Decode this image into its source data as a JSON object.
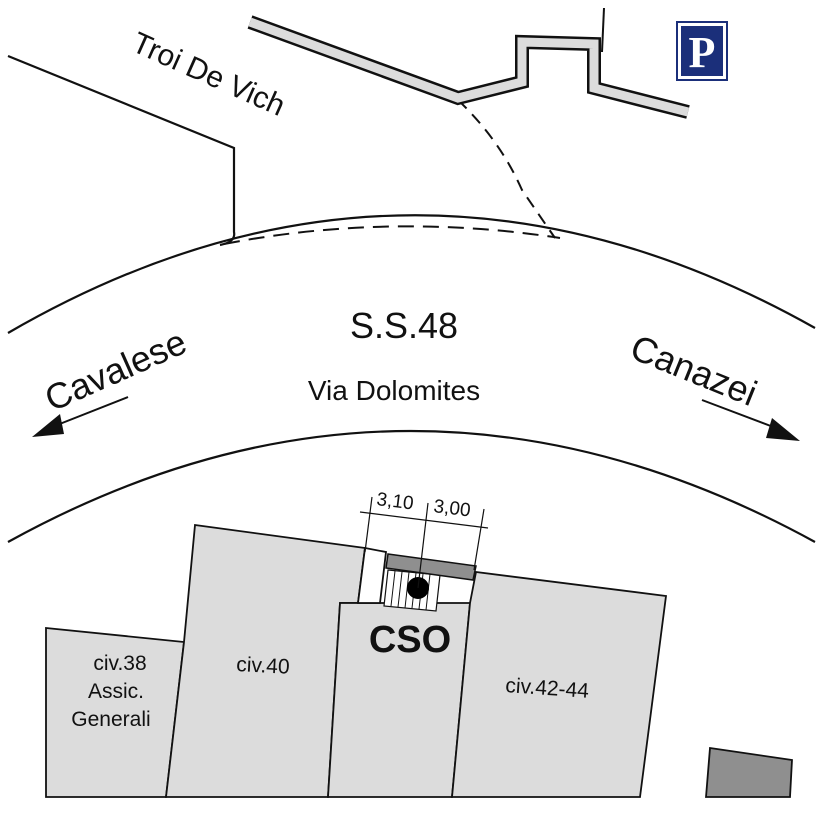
{
  "roads": {
    "troi_de_vich": "Troi De Vich",
    "ss48": "S.S.48",
    "via_dolomites": "Via Dolomites"
  },
  "directions": {
    "left": "Cavalese",
    "right": "Canazei"
  },
  "buildings": {
    "civ38_line1": "civ.38",
    "civ38_line2": "Assic.",
    "civ38_line3": "Generali",
    "civ40": "civ.40",
    "cso": "CSO",
    "civ42_44": "civ.42-44"
  },
  "dimensions": {
    "left": "3,10",
    "right": "3,00"
  },
  "parking": {
    "label": "P",
    "color": "#1b2f7a"
  },
  "colors": {
    "building_fill": "#dcdcdc",
    "marker_bar": "#8f8f8f",
    "station_dot": "#000000"
  }
}
